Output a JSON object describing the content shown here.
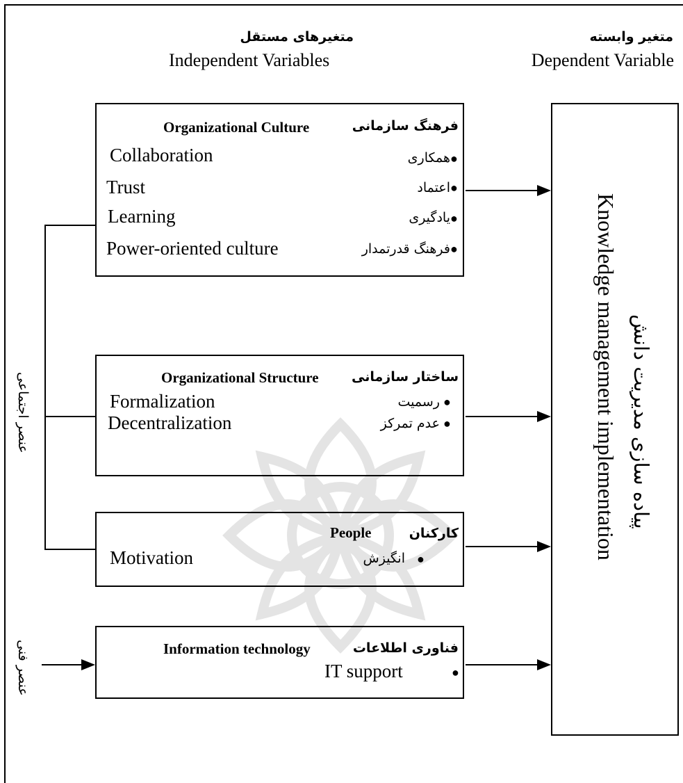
{
  "headers": {
    "independent_fa": "متغیرهای مستقل",
    "independent_en": "Independent Variables",
    "dependent_fa": "متغیر وابسته",
    "dependent_en": "Dependent Variable"
  },
  "culture": {
    "title_fa": "فرهنگ سازمانی",
    "title_en": "Organizational Culture",
    "items": [
      {
        "fa": "همکاری",
        "en": "Collaboration"
      },
      {
        "fa": "اعتماد",
        "en": "Trust"
      },
      {
        "fa": "یادگیری",
        "en": "Learning"
      },
      {
        "fa": "فرهنگ قدرتمدار",
        "en": "Power-oriented culture"
      }
    ]
  },
  "structure": {
    "title_fa": "ساختار سازمانی",
    "title_en": "Organizational Structure",
    "items": [
      {
        "fa": "رسمیت",
        "en": "Formalization"
      },
      {
        "fa": "عدم تمرکز",
        "en": "Decentralization"
      }
    ]
  },
  "people": {
    "title_fa": "کارکنان",
    "title_en": "People",
    "items": [
      {
        "fa": "انگیزش",
        "en": "Motivation"
      }
    ]
  },
  "it": {
    "title_fa": "فناوری اطلاعات",
    "title_en": "Information technology",
    "items": [
      {
        "en": "IT support"
      }
    ]
  },
  "dependent_box": {
    "title_en": "Knowledge management implementation",
    "title_fa": "پیاده سازی مدیریت دانش"
  },
  "side_labels": {
    "social_fa": "عنصر اجتماعی",
    "technical_fa": "عنصر فنی"
  },
  "bullet_char": "●"
}
